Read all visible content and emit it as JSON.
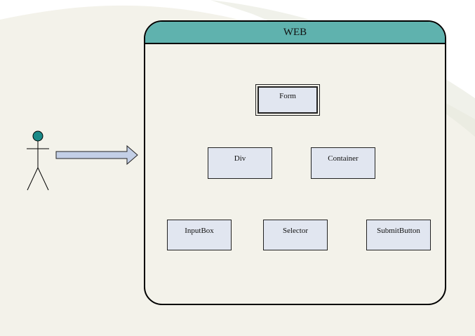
{
  "diagram": {
    "web_label": "WEB",
    "nodes": {
      "form": "Form",
      "div": "Div",
      "container": "Container",
      "inputbox": "InputBox",
      "selector": "Selector",
      "submitbutton": "SubmitButton"
    },
    "colors": {
      "header": "#5fb2ae",
      "box_fill": "#e1e6f0",
      "arrow_fill": "#c3cfe6",
      "actor_head": "#1a8a88",
      "background": "#f3f2ea"
    }
  }
}
